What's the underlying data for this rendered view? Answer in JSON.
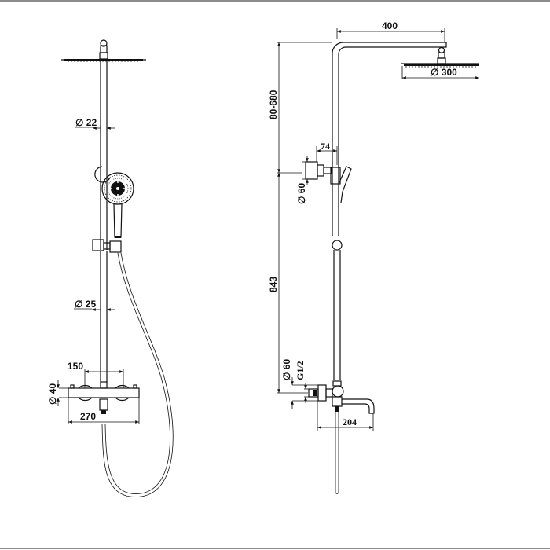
{
  "drawing": {
    "frame_color": "#8c8c8c",
    "line_color": "#111111",
    "front_view": {
      "dimensions": {
        "rail_upper_diameter": "∅ 22",
        "rail_lower_diameter": "∅ 25",
        "valve_centers": "150",
        "valve_body_diameter": "∅ 40",
        "valve_width": "270"
      }
    },
    "side_view": {
      "dimensions": {
        "arm_reach": "400",
        "head_diameter": "∅ 300",
        "height_adjust": "80-680",
        "bracket_offset": "74",
        "bracket_diameter": "∅ 60",
        "rail_height": "843",
        "inlet_cover_diameter": "∅ 60",
        "inlet_thread": "G1/2",
        "spout_reach": "204"
      }
    }
  }
}
